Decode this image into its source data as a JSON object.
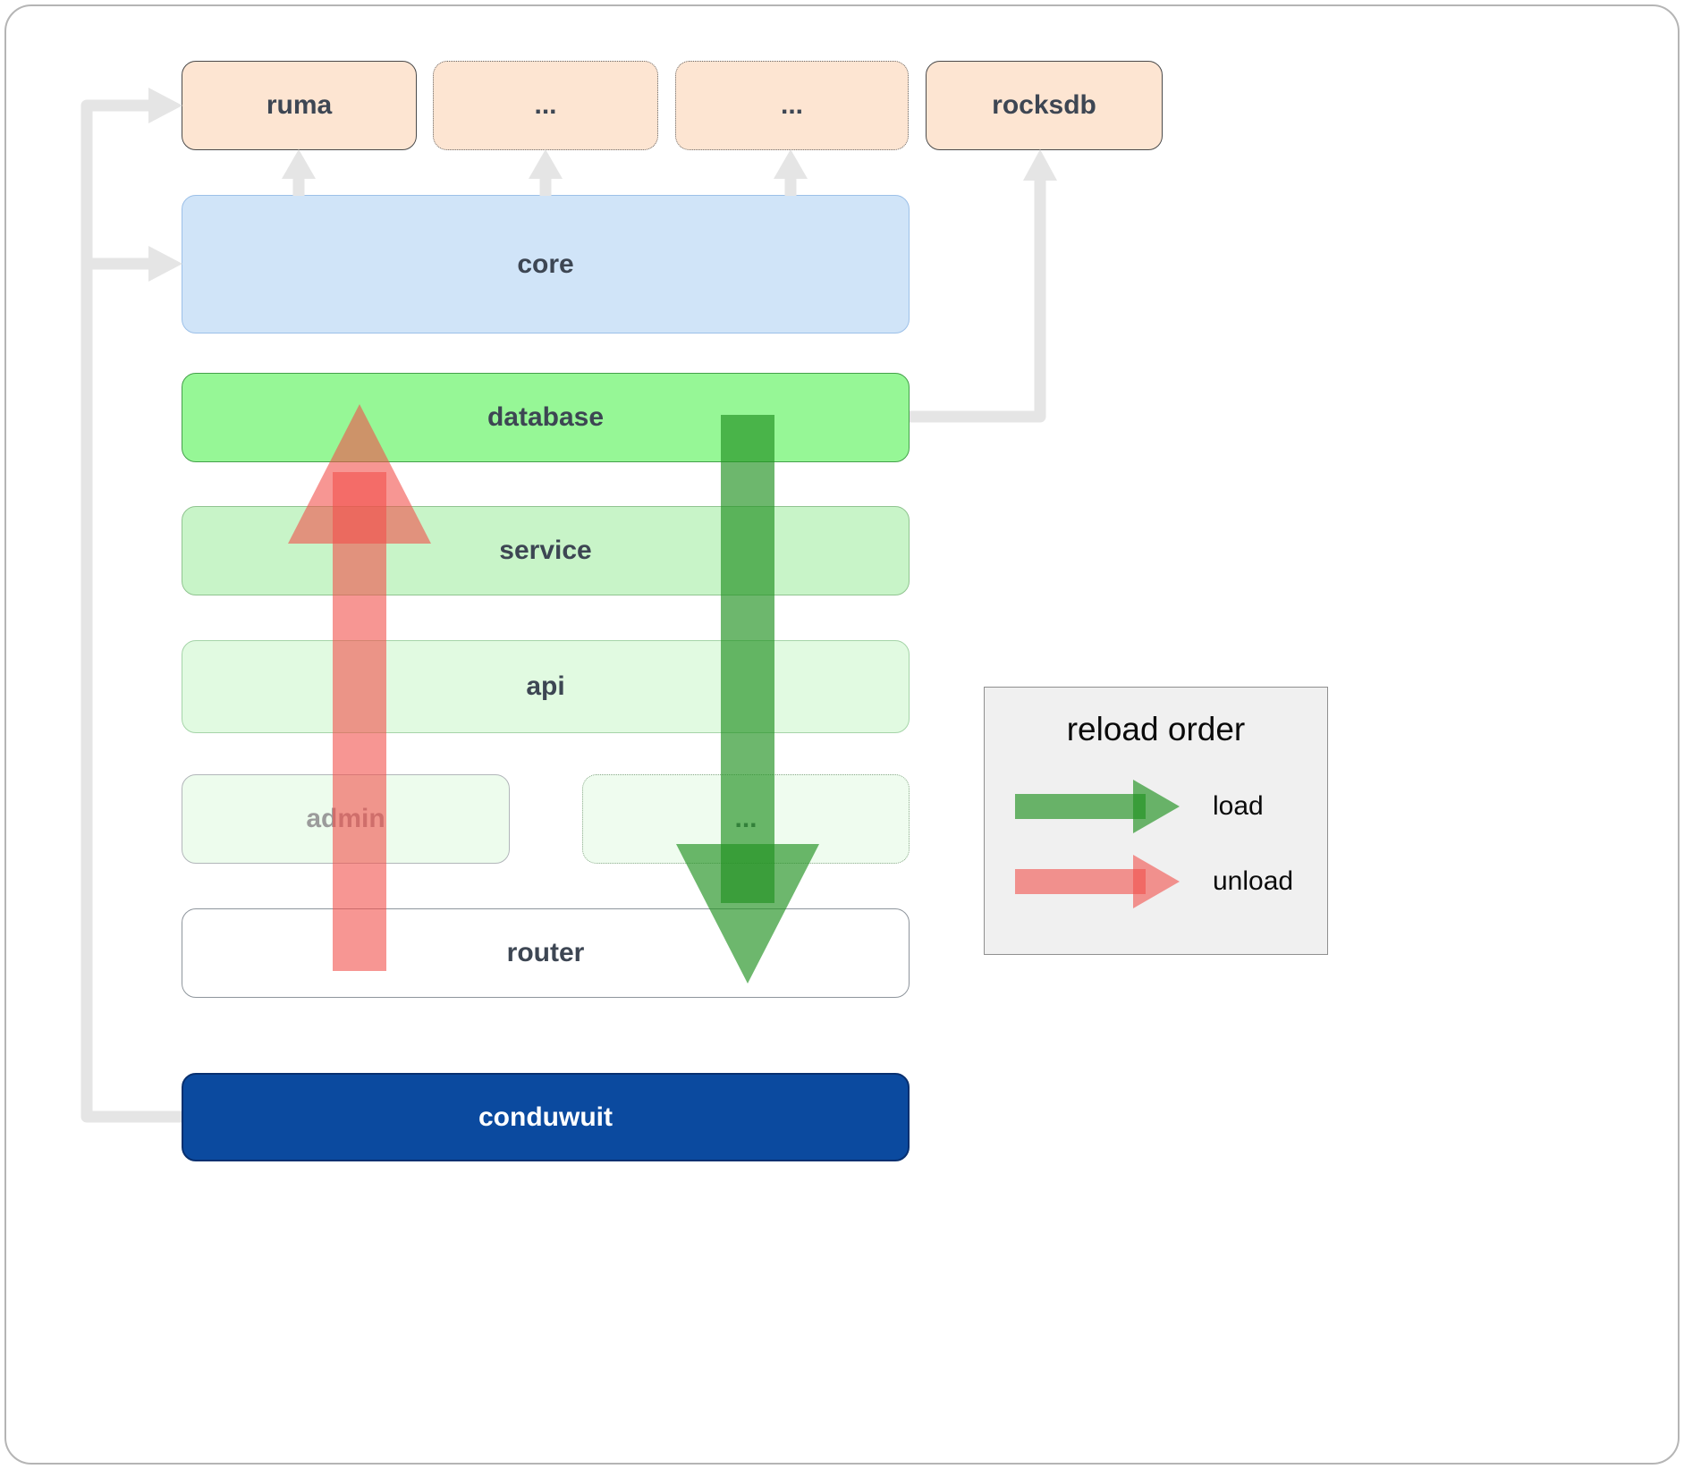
{
  "nodes": {
    "ruma": {
      "label": "ruma"
    },
    "dep1": {
      "label": "..."
    },
    "dep2": {
      "label": "..."
    },
    "rocksdb": {
      "label": "rocksdb"
    },
    "core": {
      "label": "core"
    },
    "database": {
      "label": "database"
    },
    "service": {
      "label": "service"
    },
    "api": {
      "label": "api"
    },
    "admin": {
      "label": "admin"
    },
    "more_services": {
      "label": "..."
    },
    "router": {
      "label": "router"
    },
    "conduwuit": {
      "label": "conduwuit"
    }
  },
  "legend": {
    "title": "reload order",
    "items": [
      {
        "label": "load",
        "color": "#229122"
      },
      {
        "label": "unload",
        "color": "#f2504b"
      }
    ]
  },
  "colors": {
    "external_fill": "#fde5d2",
    "core_fill": "#d0e4f8",
    "database_fill": "#96f796",
    "service_fill": "#c8f4c8",
    "api_fill": "#e1fae1",
    "admin_fill": "#edfced",
    "router_fill": "#ffffff",
    "conduwuit_fill": "#0b4a9f",
    "connector_gray": "#e5e5e5",
    "load_green": "#229122",
    "unload_red": "#f2504b",
    "arrow_opacity": 0.63
  }
}
